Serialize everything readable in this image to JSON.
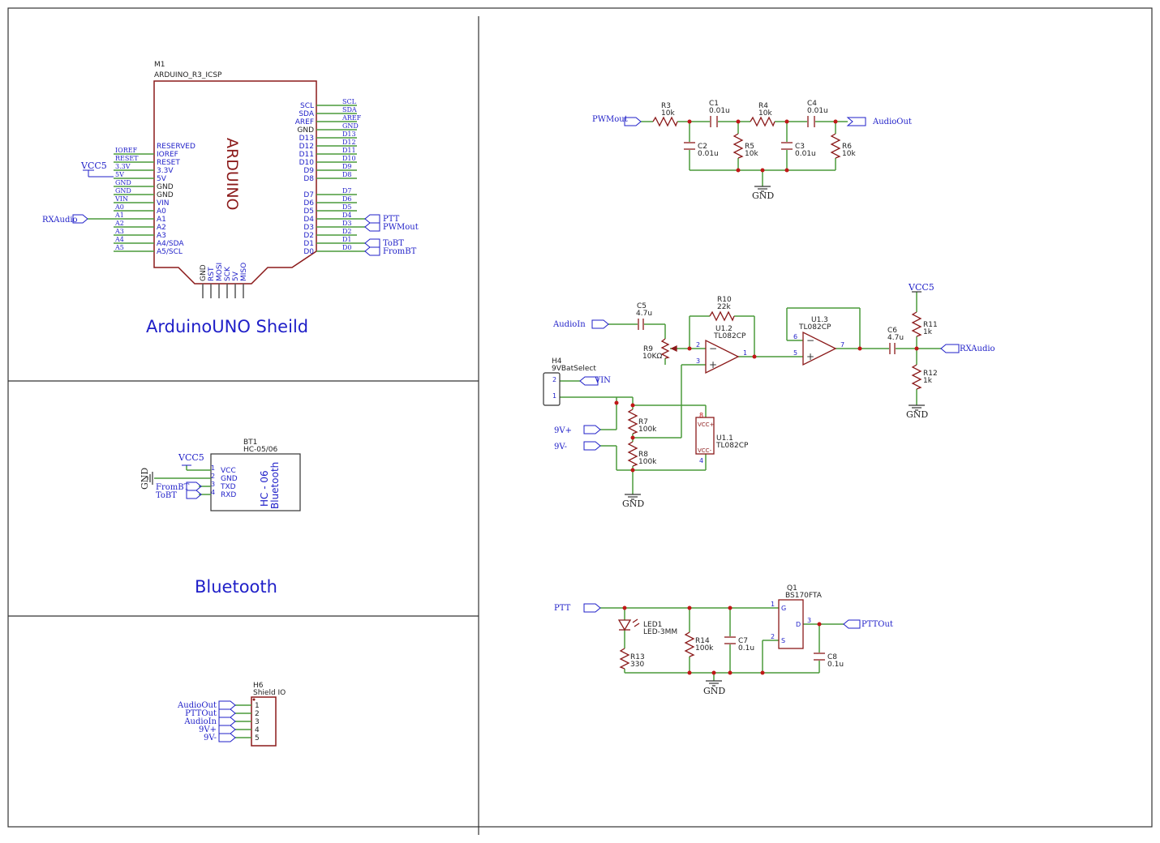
{
  "colors": {
    "wire": "#4a9a3a",
    "part": "#8b1a1a",
    "net": "#1f1fc8",
    "pin": "#1f1fc8",
    "frame": "#333333",
    "junction": "#c01818"
  },
  "titles": {
    "arduino": "ArduinoUNO Sheild",
    "bluetooth": "Bluetooth"
  },
  "arduino": {
    "ref": "M1",
    "value": "ARDUINO_R3_ICSP",
    "body_text": "ARDUINO",
    "left_pins": [
      "RESERVED",
      "IOREF",
      "RESET",
      "3.3V",
      "5V",
      "GND",
      "GND",
      "VIN",
      "A0",
      "A1",
      "A2",
      "A3",
      "A4/SDA",
      "A5/SCL"
    ],
    "left_labels": [
      "IOREF",
      "RESET",
      "3.3V",
      "5V",
      "GND",
      "GND",
      "VIN",
      "A0",
      "A1",
      "A2",
      "A3",
      "A4",
      "A5"
    ],
    "right_pins": [
      "SCL",
      "SDA",
      "AREF",
      "GND",
      "D13",
      "D12",
      "D11",
      "D10",
      "D9",
      "D8",
      "D7",
      "D6",
      "D5",
      "D4",
      "D3",
      "D2",
      "D1",
      "D0"
    ],
    "right_labels": [
      "SCL",
      "SDA",
      "AREF",
      "GND",
      "D13",
      "D12",
      "D11",
      "D10",
      "D9",
      "D8",
      "D7",
      "D6",
      "D5",
      "D4",
      "D3",
      "D2",
      "D1",
      "D0"
    ],
    "bottom_pins": [
      "GND",
      "RST",
      "MOSI",
      "SCK",
      "5V",
      "MISO"
    ],
    "vcc": "VCC5",
    "rx_port": "RXAudio",
    "ports_right": [
      "PTT",
      "PWMout",
      "ToBT",
      "FromBT"
    ]
  },
  "bt": {
    "ref": "BT1",
    "value": "HC-05/06",
    "body1": "HC - 06",
    "body2": "Bluetooth",
    "pins": [
      "VCC",
      "GND",
      "TXD",
      "RXD"
    ],
    "pin_nums": [
      "1",
      "2",
      "3",
      "4"
    ],
    "vcc": "VCC5",
    "gnd": "GND",
    "ports": [
      "FromBT",
      "ToBT"
    ]
  },
  "shield_io": {
    "ref": "H6",
    "value": "Shield IO",
    "ports": [
      "AudioOut",
      "PTTOut",
      "AudioIn",
      "9V+",
      "9V-"
    ],
    "pin_nums": [
      "1",
      "2",
      "3",
      "4",
      "5"
    ]
  },
  "filter": {
    "in": "PWMout",
    "out": "AudioOut",
    "gnd": "GND",
    "parts": [
      {
        "ref": "R3",
        "val": "10k"
      },
      {
        "ref": "C1",
        "val": "0.01u"
      },
      {
        "ref": "R4",
        "val": "10k"
      },
      {
        "ref": "C4",
        "val": "0.01u"
      },
      {
        "ref": "C2",
        "val": "0.01u"
      },
      {
        "ref": "R5",
        "val": "10k"
      },
      {
        "ref": "C3",
        "val": "0.01u"
      },
      {
        "ref": "R6",
        "val": "10k"
      }
    ]
  },
  "amp": {
    "audio_in": "AudioIn",
    "c5": {
      "ref": "C5",
      "val": "4.7u"
    },
    "r9": {
      "ref": "R9",
      "val": "10KΩ"
    },
    "r10": {
      "ref": "R10",
      "val": "22k"
    },
    "u12": {
      "ref": "U1.2",
      "val": "TL082CP"
    },
    "u13": {
      "ref": "U1.3",
      "val": "TL082CP"
    },
    "u11": {
      "ref": "U1.1",
      "val": "TL082CP"
    },
    "c6": {
      "ref": "C6",
      "val": "4.7u"
    },
    "r11": {
      "ref": "R11",
      "val": "1k"
    },
    "r12": {
      "ref": "R12",
      "val": "1k"
    },
    "r7": {
      "ref": "R7",
      "val": "100k"
    },
    "r8": {
      "ref": "R8",
      "val": "100k"
    },
    "h4": {
      "ref": "H4",
      "val": "9VBatSelect"
    },
    "vin": "VIN",
    "v9p": "9V+",
    "v9m": "9V-",
    "vcc": "VCC5",
    "rx": "RXAudio",
    "gnd": "GND",
    "pins": [
      "2",
      "3",
      "1",
      "6",
      "5",
      "7",
      "8",
      "4",
      "2",
      "1"
    ],
    "u11_pwr": [
      "VCC+",
      "VCC-"
    ]
  },
  "ptt": {
    "in": "PTT",
    "out": "PTTOut",
    "gnd": "GND",
    "q1": {
      "ref": "Q1",
      "val": "BS170FTA"
    },
    "led": {
      "ref": "LED1",
      "val": "LED-3MM"
    },
    "r13": {
      "ref": "R13",
      "val": "330"
    },
    "r14": {
      "ref": "R14",
      "val": "100k"
    },
    "c7": {
      "ref": "C7",
      "val": "0.1u"
    },
    "c8": {
      "ref": "C8",
      "val": "0.1u"
    },
    "q_pins": [
      "G",
      "D",
      "S"
    ],
    "q_nums": [
      "1",
      "3",
      "2"
    ]
  }
}
